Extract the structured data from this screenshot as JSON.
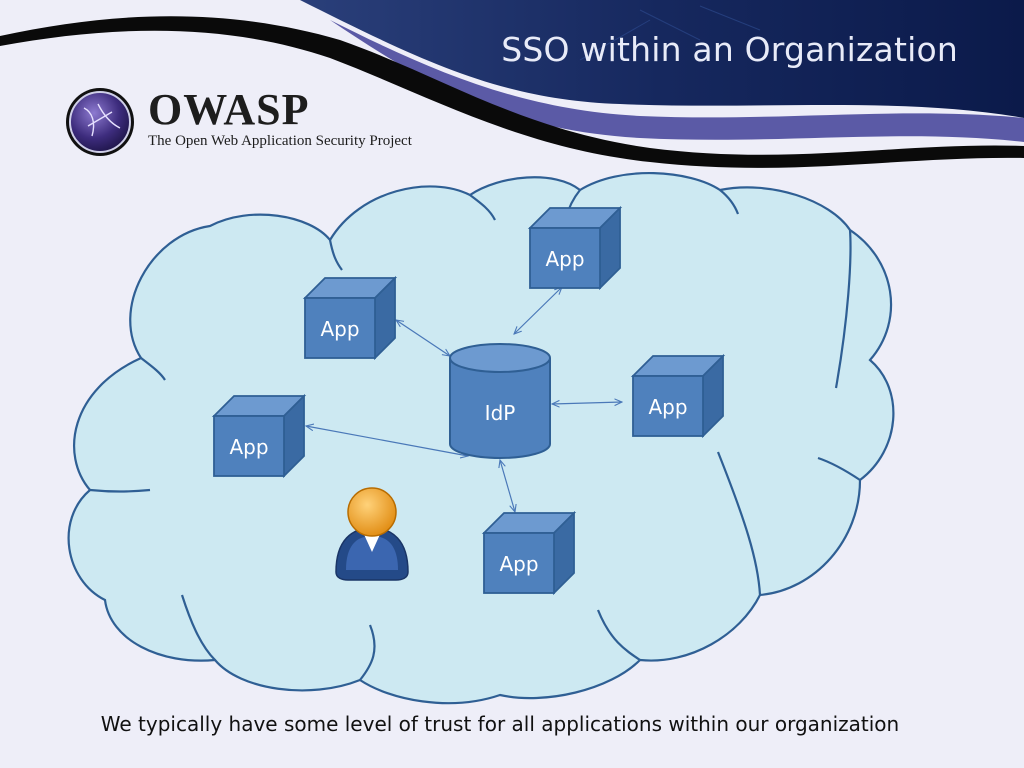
{
  "slide": {
    "title": "SSO within an Organization",
    "caption": "We typically have some level of trust for all applications within our organization"
  },
  "logo": {
    "wordmark": "OWASP",
    "tagline": "The Open Web Application Security Project"
  },
  "diagram": {
    "idp_label": "IdP",
    "app_label": "App",
    "apps": [
      "App",
      "App",
      "App",
      "App",
      "App"
    ]
  },
  "colors": {
    "cloud_fill": "#cde9f2",
    "cloud_stroke": "#2f5f94",
    "box_front": "#4f81bd",
    "box_top": "#6d9ad0",
    "box_side": "#3a6aa3",
    "header_navy": "#0b1a4a",
    "header_purple": "#5b5aa6"
  }
}
